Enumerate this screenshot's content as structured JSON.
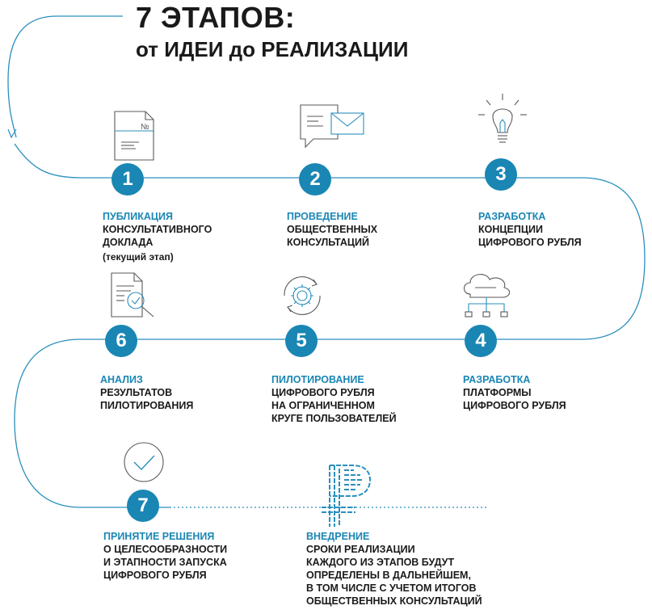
{
  "title": {
    "main": "7 ЭТАПОВ:",
    "sub": "от ИДЕИ до РЕАЛИЗАЦИИ"
  },
  "colors": {
    "accent": "#1a86b4",
    "text": "#1a1a1a",
    "line": "#2a8fbd"
  },
  "stages": [
    {
      "number": "1",
      "icon": "document-icon",
      "heading": "ПУБЛИКАЦИЯ",
      "lines": [
        "КОНСУЛЬТАТИВНОГО",
        "ДОКЛАДА"
      ],
      "note": "(текущий этап)"
    },
    {
      "number": "2",
      "icon": "message-envelope-icon",
      "heading": "ПРОВЕДЕНИЕ",
      "lines": [
        "ОБЩЕСТВЕННЫХ",
        "КОНСУЛЬТАЦИЙ"
      ]
    },
    {
      "number": "3",
      "icon": "lightbulb-icon",
      "heading": "РАЗРАБОТКА",
      "lines": [
        "КОНЦЕПЦИИ",
        "ЦИФРОВОГО РУБЛЯ"
      ]
    },
    {
      "number": "4",
      "icon": "cloud-network-icon",
      "heading": "РАЗРАБОТКА",
      "lines": [
        "ПЛАТФОРМЫ",
        "ЦИФРОВОГО РУБЛЯ"
      ]
    },
    {
      "number": "5",
      "icon": "gear-cycle-icon",
      "heading": "ПИЛОТИРОВАНИЕ",
      "lines": [
        "ЦИФРОВОГО РУБЛЯ",
        "НА ОГРАНИЧЕННОМ",
        "КРУГЕ ПОЛЬЗОВАТЕЛЕЙ"
      ]
    },
    {
      "number": "6",
      "icon": "document-magnifier-icon",
      "heading": "АНАЛИЗ",
      "lines": [
        "РЕЗУЛЬТАТОВ",
        "ПИЛОТИРОВАНИЯ"
      ]
    },
    {
      "number": "7",
      "icon": "checkmark-circle-icon",
      "heading": "ПРИНЯТИЕ РЕШЕНИЯ",
      "lines": [
        "О ЦЕЛЕСООБРАЗНОСТИ",
        "И ЭТАПНОСТИ ЗАПУСКА",
        "ЦИФРОВОГО РУБЛЯ"
      ]
    }
  ],
  "final": {
    "icon": "ruble-sign-icon",
    "heading": "ВНЕДРЕНИЕ",
    "lines": [
      "СРОКИ РЕАЛИЗАЦИИ",
      "КАЖДОГО ИЗ ЭТАПОВ БУДУТ",
      "ОПРЕДЕЛЕНЫ В ДАЛЬНЕЙШЕМ,",
      "В ТОМ ЧИСЛЕ С УЧЕТОМ ИТОГОВ",
      "ОБЩЕСТВЕННЫХ КОНСУЛЬТАЦИЙ"
    ]
  }
}
